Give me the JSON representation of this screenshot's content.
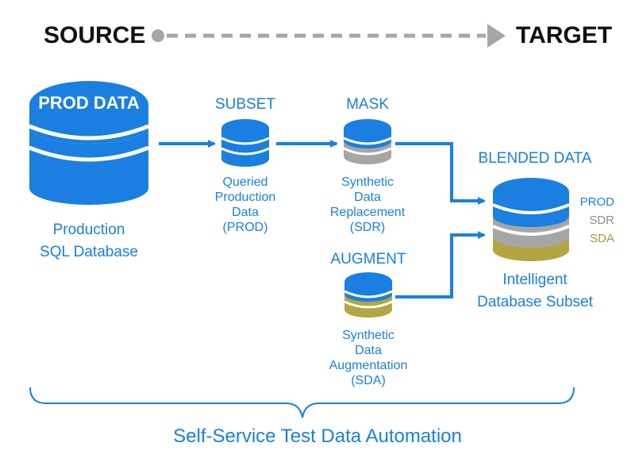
{
  "header": {
    "source": "SOURCE",
    "target": "TARGET"
  },
  "prod_db": {
    "title": "PROD DATA",
    "label_lines": [
      "Production",
      "SQL Database"
    ]
  },
  "subset": {
    "title": "SUBSET",
    "desc_lines": [
      "Queried",
      "Production",
      "Data",
      "(PROD)"
    ]
  },
  "mask": {
    "title": "MASK",
    "desc_lines": [
      "Synthetic",
      "Data",
      "Replacement",
      "(SDR)"
    ]
  },
  "augment": {
    "title": "AUGMENT",
    "desc_lines": [
      "Synthetic",
      "Data",
      "Augmentation",
      "(SDA)"
    ]
  },
  "blended": {
    "title": "BLENDED DATA",
    "legend": [
      {
        "text": "PROD",
        "color": "#1a7fe0"
      },
      {
        "text": "SDR",
        "color": "#8c8c8c"
      },
      {
        "text": "SDA",
        "color": "#a89a3a"
      }
    ],
    "label_lines": [
      "Intelligent",
      "Database Subset"
    ]
  },
  "footer": "Self-Service Test Data Automation",
  "colors": {
    "blue": "#1a7fe0",
    "gray": "#a6a6a6",
    "olive": "#b5a540",
    "dashed_arrow": "#a6a6a6"
  },
  "icons": [
    "database-icon",
    "arrow-icon",
    "brace-icon"
  ]
}
